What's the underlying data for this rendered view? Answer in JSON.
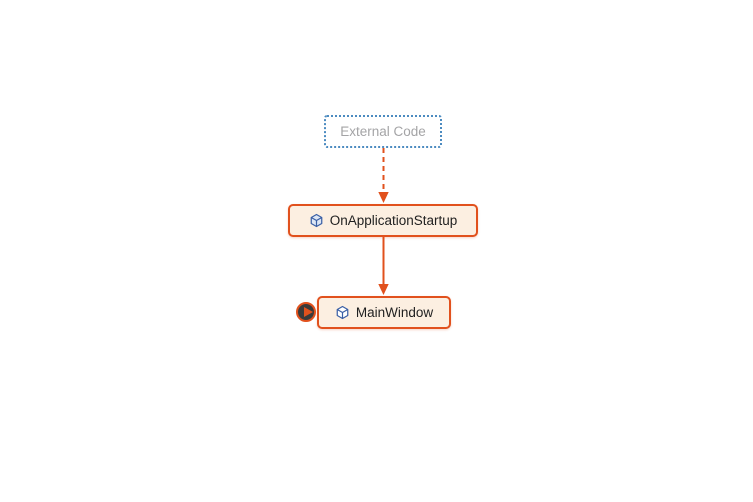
{
  "diagram": {
    "kind": "call-graph",
    "background": "#ffffff",
    "colors": {
      "edge_and_node_border": "#e1511d",
      "method_node_fill": "#fcefe1",
      "method_node_text": "#1f1f1f",
      "external_node_border": "#4c8bc0",
      "external_node_text": "#a4a4a6",
      "icon_stroke": "#3a5fa5",
      "icon_fill": "#dde6f4",
      "badge_fill": "#3a3a3a"
    },
    "nodes": [
      {
        "id": "external-code",
        "label": "External Code",
        "type": "external",
        "border_style": "dotted"
      },
      {
        "id": "on-application-startup",
        "label": "OnApplicationStartup",
        "type": "method",
        "icon": "method-cube-icon"
      },
      {
        "id": "main-window",
        "label": "MainWindow",
        "type": "method",
        "icon": "method-cube-icon",
        "badge": "incoming-edge-badge"
      }
    ],
    "edges": [
      {
        "from": "external-code",
        "to": "on-application-startup",
        "style": "dashed",
        "direction": "down"
      },
      {
        "from": "on-application-startup",
        "to": "main-window",
        "style": "solid",
        "direction": "down"
      }
    ]
  }
}
